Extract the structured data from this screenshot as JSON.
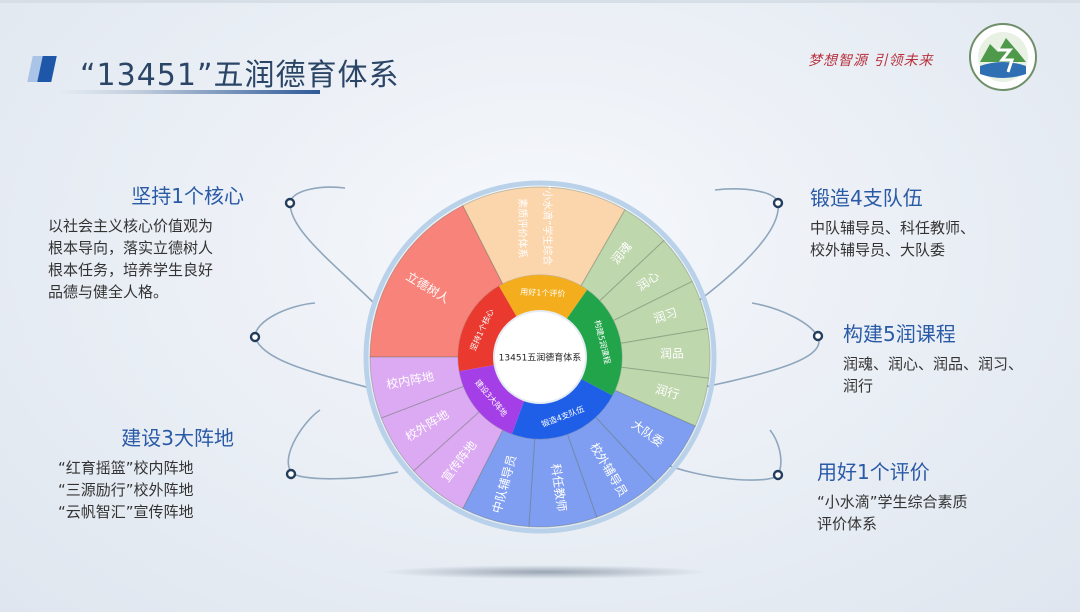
{
  "header": {
    "title": "“13451”五润德育体系",
    "slogan": "梦想智源 引领未来",
    "logo_icon": "school-emblem-icon"
  },
  "wheel": {
    "center_label": "13451五润德育体系",
    "inner_ring": [
      {
        "label": "坚持1个核心",
        "color": "#ea3a2f"
      },
      {
        "label": "用好1个评价",
        "color": "#f4ad1c"
      },
      {
        "label": "构建5润课程",
        "color": "#22a44b"
      },
      {
        "label": "锻造4支队伍",
        "color": "#1f5fe8"
      },
      {
        "label": "建设3大阵地",
        "color": "#a43ee6"
      }
    ],
    "outer_ring": [
      {
        "group": "core",
        "label": "立德树人",
        "color": "#f8837a"
      },
      {
        "group": "evaluation",
        "label": "“小水滴”学生综合素质评价体系",
        "color": "#fbd5ac"
      },
      {
        "group": "courses",
        "label": "润魂",
        "color": "#bed7ad"
      },
      {
        "group": "courses",
        "label": "润心",
        "color": "#bed7ad"
      },
      {
        "group": "courses",
        "label": "润习",
        "color": "#bed7ad"
      },
      {
        "group": "courses",
        "label": "润品",
        "color": "#bed7ad"
      },
      {
        "group": "courses",
        "label": "润行",
        "color": "#bed7ad"
      },
      {
        "group": "teams",
        "label": "大队委",
        "color": "#7f9ef2"
      },
      {
        "group": "teams",
        "label": "校外辅导员",
        "color": "#7f9ef2"
      },
      {
        "group": "teams",
        "label": "科任教师",
        "color": "#7f9ef2"
      },
      {
        "group": "teams",
        "label": "中队辅导员",
        "color": "#7f9ef2"
      },
      {
        "group": "bases",
        "label": "宣传阵地",
        "color": "#dcaaf2"
      },
      {
        "group": "bases",
        "label": "校外阵地",
        "color": "#dcaaf2"
      },
      {
        "group": "bases",
        "label": "校内阵地",
        "color": "#dcaaf2"
      }
    ]
  },
  "sections": {
    "core": {
      "title": "坚持1个核心",
      "lines": [
        "以社会主义核心价值观为",
        "根本导向，落实立德树人",
        "根本任务，培养学生良好",
        "品德与健全人格。"
      ]
    },
    "bases": {
      "title": "建设3大阵地",
      "lines": [
        "“红育摇篮”校内阵地",
        "“三源励行”校外阵地",
        "“云帆智汇”宣传阵地"
      ]
    },
    "teams": {
      "title": "锻造4支队伍",
      "lines": [
        "中队辅导员、科任教师、",
        "校外辅导员、大队委"
      ]
    },
    "courses": {
      "title": "构建5润课程",
      "lines": [
        "润魂、润心、润品、润习、",
        "润行"
      ]
    },
    "evaluation": {
      "title": "用好1个评价",
      "lines": [
        "“小水滴”学生综合素质",
        "评价体系"
      ]
    }
  },
  "colors": {
    "title_blue": "#2a5aa6",
    "accent_dark_blue": "#1e57a8",
    "slogan_red": "#b8323e",
    "connector": "#8fa6bd"
  }
}
